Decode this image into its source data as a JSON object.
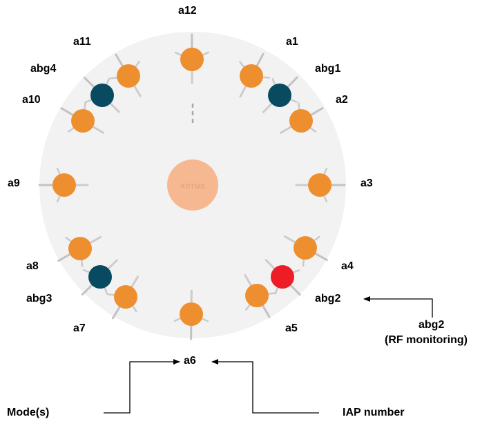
{
  "center_logo": "xirrus",
  "radios": [
    {
      "id": "a12",
      "label": "a12",
      "kind": "a"
    },
    {
      "id": "a1",
      "label": "a1",
      "kind": "a"
    },
    {
      "id": "abg1",
      "label": "abg1",
      "kind": "abg"
    },
    {
      "id": "a2",
      "label": "a2",
      "kind": "a"
    },
    {
      "id": "a3",
      "label": "a3",
      "kind": "a"
    },
    {
      "id": "a4",
      "label": "a4",
      "kind": "a"
    },
    {
      "id": "abg2",
      "label": "abg2",
      "kind": "abg-monitor"
    },
    {
      "id": "a5",
      "label": "a5",
      "kind": "a"
    },
    {
      "id": "a6",
      "label": "a6",
      "kind": "a"
    },
    {
      "id": "a7",
      "label": "a7",
      "kind": "a"
    },
    {
      "id": "abg3",
      "label": "abg3",
      "kind": "abg"
    },
    {
      "id": "a8",
      "label": "a8",
      "kind": "a"
    },
    {
      "id": "a9",
      "label": "a9",
      "kind": "a"
    },
    {
      "id": "a10",
      "label": "a10",
      "kind": "a"
    },
    {
      "id": "abg4",
      "label": "abg4",
      "kind": "abg"
    },
    {
      "id": "a11",
      "label": "a11",
      "kind": "a"
    }
  ],
  "callouts": {
    "monitor_line1": "abg2",
    "monitor_line2": "(RF monitoring)",
    "modes": "Mode(s)",
    "iap_number": "IAP number"
  },
  "colors": {
    "a_radio": "#ee8f2f",
    "abg_radio": "#084b61",
    "monitor_radio": "#ee1d25",
    "disc": "#f2f2f2",
    "logo": "#f6b891"
  }
}
